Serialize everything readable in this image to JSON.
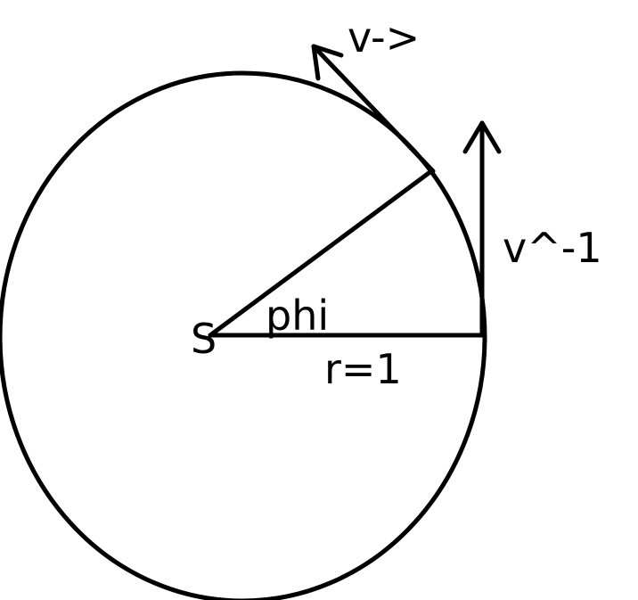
{
  "labels": {
    "center": "S",
    "angle": "phi",
    "radius": "r=1",
    "velocity_tangent": "v->",
    "velocity_vertical": "v^-1"
  },
  "colors": {
    "stroke": "#000000",
    "background": "#ffffff"
  }
}
